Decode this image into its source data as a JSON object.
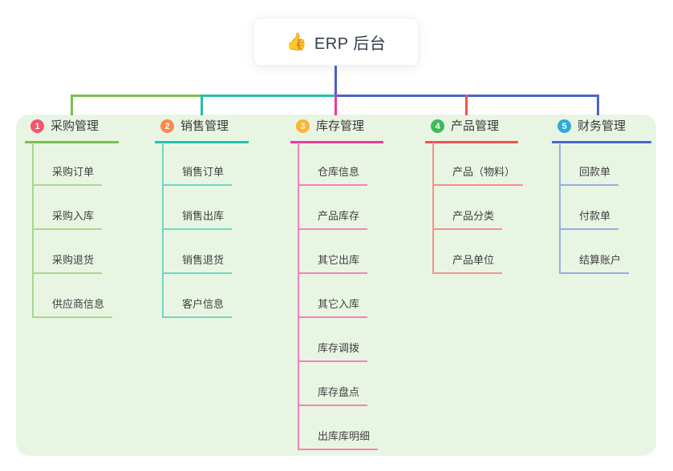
{
  "page": {
    "background": "#ffffff",
    "panel_color": "#e9f5e3",
    "text_color": "#3a3a3a"
  },
  "root": {
    "emoji": "👍",
    "label": "ERP 后台",
    "connector_color": "#4a5ed2",
    "card_color": "#ffffff",
    "text_color": "#323c4d"
  },
  "branches": [
    {
      "order": "1",
      "label": "采购管理",
      "badge_color": "#f2566c",
      "line_color": "#7cbe4f",
      "child_line_color": "#a9d78c",
      "items": [
        "采购订单",
        "采购入库",
        "采购退货",
        "供应商信息"
      ]
    },
    {
      "order": "2",
      "label": "销售管理",
      "badge_color": "#fa8a4b",
      "line_color": "#23bfad",
      "child_line_color": "#72d4c6",
      "items": [
        "销售订单",
        "销售出库",
        "销售退货",
        "客户信息"
      ]
    },
    {
      "order": "3",
      "label": "库存管理",
      "badge_color": "#ffb32f",
      "line_color": "#e93a9a",
      "child_line_color": "#f283bd",
      "items": [
        "仓库信息",
        "产品库存",
        "其它出库",
        "其它入库",
        "库存调拨",
        "库存盘点",
        "出库库明细"
      ]
    },
    {
      "order": "4",
      "label": "产品管理",
      "badge_color": "#3abd58",
      "line_color": "#f05352",
      "child_line_color": "#f5908f",
      "items": [
        "产品（物料）",
        "产品分类",
        "产品单位"
      ]
    },
    {
      "order": "5",
      "label": "财务管理",
      "badge_color": "#2faadf",
      "line_color": "#4866cc",
      "child_line_color": "#97ace0",
      "items": [
        "回款单",
        "付款单",
        "结算账户"
      ]
    }
  ]
}
